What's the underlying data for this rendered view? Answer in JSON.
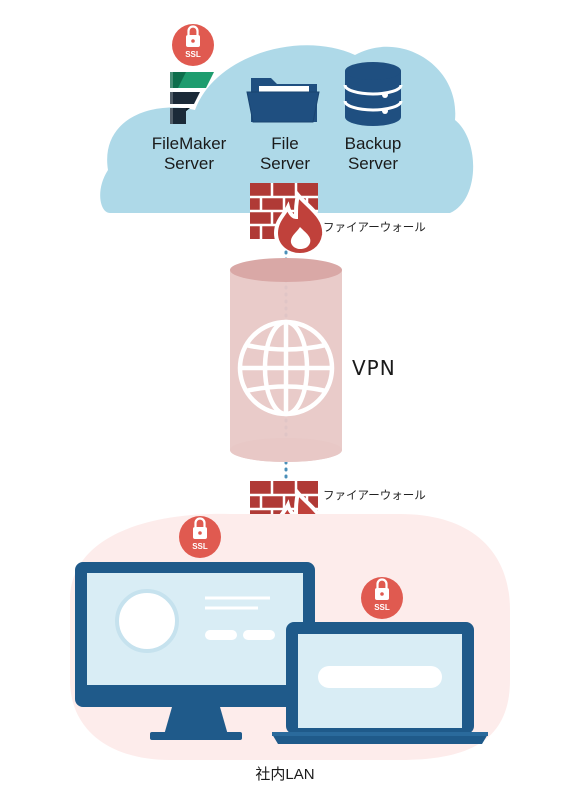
{
  "servers": [
    {
      "line1": "FileMaker",
      "line2": "Server",
      "icon": "filemaker-logo-icon"
    },
    {
      "line1": "File",
      "line2": "Server",
      "icon": "folder-icon"
    },
    {
      "line1": "Backup",
      "line2": "Server",
      "icon": "database-icon"
    }
  ],
  "firewall_top": {
    "label": "ファイアーウォール",
    "icon": "firewall-icon"
  },
  "vpn": {
    "label": "VPN",
    "icon": "globe-icon"
  },
  "firewall_bottom": {
    "label": "ファイアーウォール",
    "icon": "firewall-icon"
  },
  "ssl_badge": {
    "text": "SSL",
    "icon": "lock-icon"
  },
  "lan": {
    "label": "社内LAN"
  },
  "colors": {
    "cloud": "#aed9e8",
    "ssl_badge": "#e05a50",
    "firewall_brick": "#b03a36",
    "vpn_tube": "#e8c8c6",
    "vpn_tube_top": "#d9a8a6",
    "lan_bg": "#fdeceb",
    "device_frame": "#1f5a8a",
    "device_screen": "#d9edf5"
  }
}
